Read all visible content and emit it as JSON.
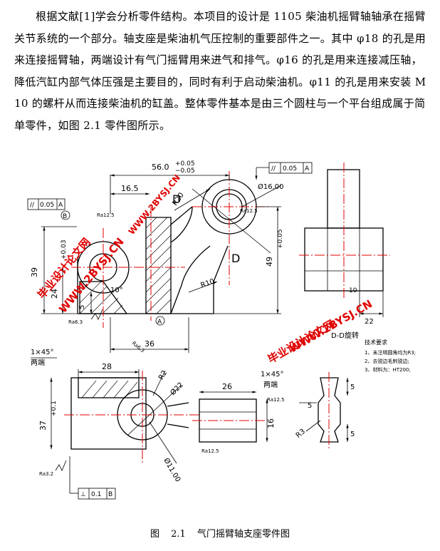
{
  "paragraph": "根据文献[1]学会分析零件结构。本项目的设计是 1105 柴油机摇臂轴轴承在摇臂关节系统的一个部分。轴支座是柴油机气压控制的重要部件之一。其中 φ18 的孔是用来连接摇臂轴，两端设计有气门摇臂用来进气和排气。φ16 的孔是用来连接减压轴，降低汽缸内部气体压强是主要目的，同时有利于启动柴油机。φ11 的孔是用来安装 M10 的螺杆从而连接柴油机的缸盖。整体零件基本是由三个圆柱与一个平台组成属于简单零件，如图 2.1 零件图所示。",
  "caption": "图 2.1 气门摇臂轴支座零件图",
  "drawing": {
    "dims": {
      "d56": "56.0",
      "d56_tol_up": "+0.05",
      "d56_tol_dn": "−0.05",
      "d16_5": "16.5",
      "d39": "39",
      "d24": "24",
      "d24_tol": "+0.03",
      "d49": "49",
      "d49_tol": "+0.05",
      "d36": "36",
      "d5a": "5",
      "r20": "R20",
      "r10": "R10",
      "r2": "R2",
      "r3": "R3",
      "dia16": "Ø16.00",
      "dia22": "Ø22",
      "dia11": "Ø11.00",
      "deg10": "10°",
      "d28": "28",
      "d37": "37",
      "d37_tol": "+0.1",
      "d26": "26",
      "d16b": "16",
      "d10": "10",
      "d22": "22",
      "d5b": "5",
      "d5c": "5",
      "d5d": "5",
      "chamfer": "1×45°",
      "both_ends": "两端",
      "chamfer2": "1×45°",
      "both_ends2": "两端"
    },
    "frames": {
      "f1_sym": "//",
      "f1_val": "0.05",
      "f1_ref": "A",
      "f2_sym": "//",
      "f2_val": "0.05",
      "f2_ref": "A",
      "f3_sym": "⊥",
      "f3_val": "0.1",
      "f3_ref": "B"
    },
    "labels": {
      "sec_d1": "D",
      "sec_d2": "D",
      "datum_a": "A",
      "datum_b": "B",
      "view_name": "D-D旋转"
    },
    "roughness": {
      "ra1": "Ra12.5",
      "ra2": "Ra6.3",
      "ra3": "Ra6.3",
      "ra4": "Ra12.5",
      "ra5": "Ra12.5",
      "ra6": "Ra3.2",
      "ra7": "Ra12.5",
      "ra8": "Ra12.5"
    },
    "notes": {
      "title": "技术要求",
      "items": [
        "1、未注明圆角均为R3;",
        "2、去锐边毛刺锐边;",
        "3、材料为：HT200;"
      ]
    },
    "watermark": {
      "cn": "毕业设计论文网",
      "url": "WWW.2BYSJ.CN"
    }
  }
}
